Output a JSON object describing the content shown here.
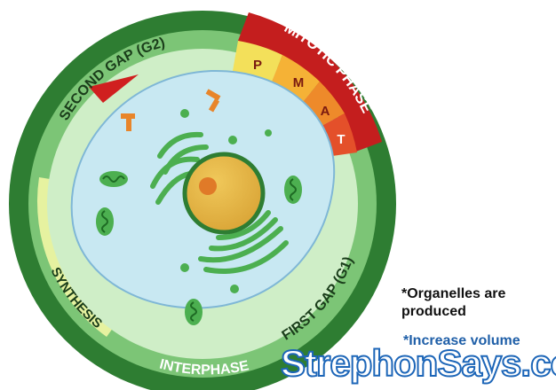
{
  "colors": {
    "outer_ring": "#2e7d32",
    "interphase_band": "#7cc576",
    "light_band": "#cfeec7",
    "synthesis_band": "#e6f2a0",
    "mitotic_red": "#c41e1e",
    "cytoplasm": "#c8e8f2",
    "nucleus": "#e0b444",
    "organelle_green": "#4caf50",
    "note_text": "#111111",
    "note_blue": "#1f5fa8",
    "watermark_blue": "#1d66b8"
  },
  "phases": {
    "second_gap": "SECOND GAP (G2)",
    "synthesis": "SYNTHESIS",
    "interphase": "INTERPHASE",
    "first_gap": "FIRST GAP (G1)",
    "mitotic": "MITOTIC PHASE"
  },
  "mitosis_stages": {
    "prophase": "P",
    "metaphase": "M",
    "anaphase": "A",
    "telophase": "T"
  },
  "notes": {
    "organelles": "*Organelles are produced",
    "volume": "*Increase volume"
  },
  "watermark": "StrephonSays.com",
  "icons": {
    "cell": "animal-cell-icon",
    "nucleus": "nucleus-icon",
    "mitochondria": "mitochondria-icon",
    "centriole": "centriole-icon",
    "golgi": "golgi-apparatus-icon",
    "er": "endoplasmic-reticulum-icon",
    "arrow": "cycle-arrow-icon"
  }
}
